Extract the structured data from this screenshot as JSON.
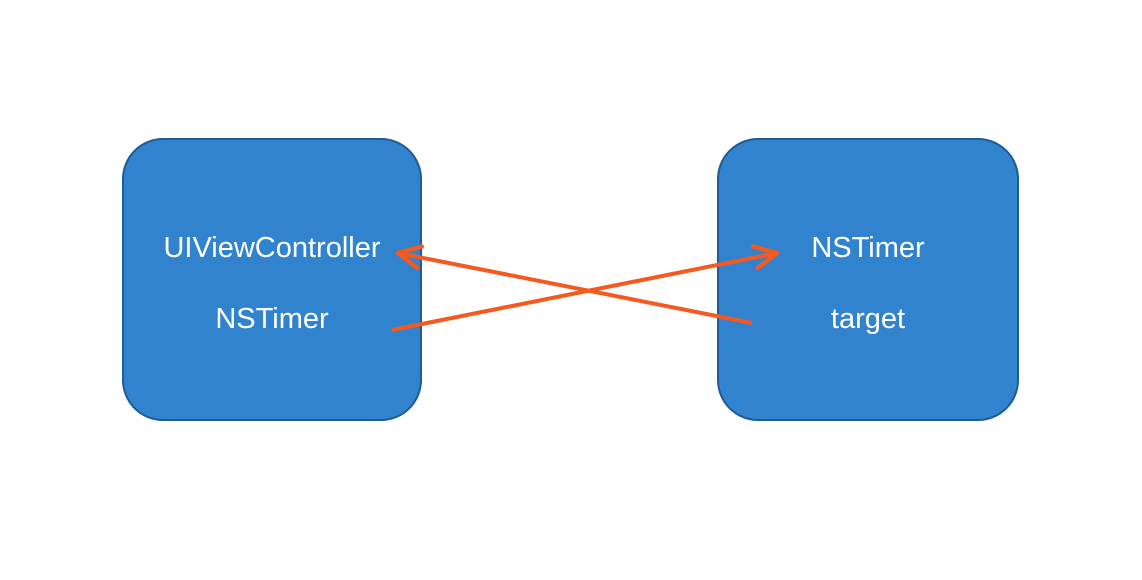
{
  "diagram": {
    "colors": {
      "background": "#FFFFFF",
      "node_fill": "#3183CE",
      "node_border": "#1E5C97",
      "label_text": "#FFFFFF",
      "arrow": "#F4591F"
    },
    "nodes": [
      {
        "id": "left-box",
        "lines": [
          "UIViewController",
          "NSTimer"
        ]
      },
      {
        "id": "right-box",
        "lines": [
          "NSTimer",
          "target"
        ]
      }
    ],
    "edges": [
      {
        "from_node": 0,
        "from_line": "NSTimer",
        "to_node": 1,
        "to_line": "NSTimer",
        "direction": "left-to-right"
      },
      {
        "from_node": 1,
        "from_line": "target",
        "to_node": 0,
        "to_line": "UIViewController",
        "direction": "right-to-left"
      }
    ]
  }
}
